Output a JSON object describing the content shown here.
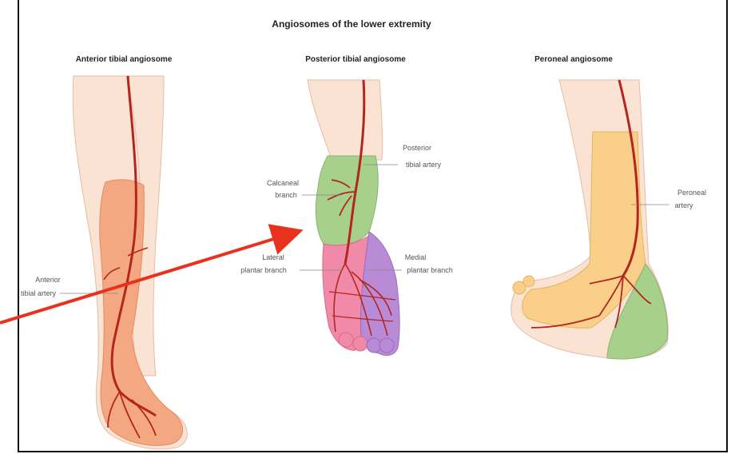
{
  "title": "Angiosomes of the lower extremity",
  "panels": {
    "anterior": {
      "heading": "Anterior tibial angiosome",
      "label_line1": "Anterior",
      "label_line2": "tibial artery"
    },
    "posterior": {
      "heading": "Posterior tibial angiosome",
      "posterior_line1": "Posterior",
      "posterior_line2": "tibial artery",
      "calcaneal_line1": "Calcaneal",
      "calcaneal_line2": "branch",
      "lateral_line1": "Lateral",
      "lateral_line2": "plantar branch",
      "medial_line1": "Medial",
      "medial_line2": "plantar branch"
    },
    "peroneal": {
      "heading": "Peroneal angiosome",
      "label_line1": "Peroneal",
      "label_line2": "artery"
    }
  },
  "colors": {
    "skin": "#fbe3d4",
    "anterior_zone": "#f4a882",
    "artery": "#b3261e",
    "calcaneal_zone": "#a8d08d",
    "lateral_zone": "#f08aa8",
    "medial_zone": "#b98bd6",
    "peroneal_zone": "#f9cf8a",
    "pointer_arrow": "#e8321e"
  }
}
